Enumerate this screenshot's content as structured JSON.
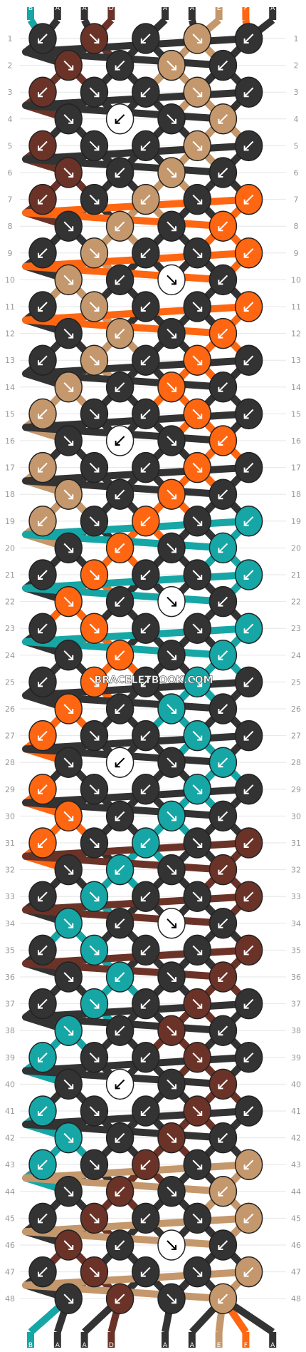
{
  "watermark": "BRACELETBOOK.COM",
  "strings_top": [
    "B",
    "A",
    "A",
    "D",
    "C",
    "A",
    "A",
    "E",
    "F",
    "A"
  ],
  "strings_bottom": [
    "B",
    "A",
    "A",
    "D",
    "C",
    "A",
    "A",
    "E",
    "F",
    "A"
  ],
  "colors": {
    "A": "#333333",
    "B": "#16a6a6",
    "C": "#ffffff",
    "D": "#6b3328",
    "E": "#c4986c",
    "F": "#ff6611"
  },
  "knots": [
    [
      "A",
      "D",
      "A",
      "E",
      "A"
    ],
    [
      "D",
      "A",
      "E",
      "A"
    ],
    [
      "D",
      "A",
      "A",
      "E",
      "A"
    ],
    [
      "A",
      "C",
      "A",
      "E"
    ],
    [
      "D",
      "A",
      "A",
      "E",
      "A"
    ],
    [
      "D",
      "A",
      "E",
      "A"
    ],
    [
      "D",
      "A",
      "E",
      "A",
      "F"
    ],
    [
      "A",
      "E",
      "A",
      "F"
    ],
    [
      "A",
      "E",
      "A",
      "A",
      "F"
    ],
    [
      "E",
      "A",
      "C",
      "A"
    ],
    [
      "A",
      "E",
      "A",
      "A",
      "F"
    ],
    [
      "A",
      "E",
      "A",
      "F"
    ],
    [
      "A",
      "E",
      "A",
      "F",
      "A"
    ],
    [
      "E",
      "A",
      "F",
      "A"
    ],
    [
      "E",
      "A",
      "A",
      "F",
      "A"
    ],
    [
      "A",
      "C",
      "A",
      "F"
    ],
    [
      "E",
      "A",
      "A",
      "F",
      "A"
    ],
    [
      "E",
      "A",
      "F",
      "A"
    ],
    [
      "E",
      "A",
      "F",
      "A",
      "B"
    ],
    [
      "A",
      "F",
      "A",
      "B"
    ],
    [
      "A",
      "F",
      "A",
      "A",
      "B"
    ],
    [
      "F",
      "A",
      "C",
      "A"
    ],
    [
      "A",
      "F",
      "A",
      "A",
      "B"
    ],
    [
      "A",
      "F",
      "A",
      "B"
    ],
    [
      "A",
      "F",
      "A",
      "B",
      "A"
    ],
    [
      "F",
      "A",
      "B",
      "A"
    ],
    [
      "F",
      "A",
      "A",
      "B",
      "A"
    ],
    [
      "A",
      "C",
      "A",
      "B"
    ],
    [
      "F",
      "A",
      "A",
      "B",
      "A"
    ],
    [
      "F",
      "A",
      "B",
      "A"
    ],
    [
      "F",
      "A",
      "B",
      "A",
      "D"
    ],
    [
      "A",
      "B",
      "A",
      "D"
    ],
    [
      "A",
      "B",
      "A",
      "A",
      "D"
    ],
    [
      "B",
      "A",
      "C",
      "A"
    ],
    [
      "A",
      "B",
      "A",
      "A",
      "D"
    ],
    [
      "A",
      "B",
      "A",
      "D"
    ],
    [
      "A",
      "B",
      "A",
      "D",
      "A"
    ],
    [
      "B",
      "A",
      "D",
      "A"
    ],
    [
      "B",
      "A",
      "A",
      "D",
      "A"
    ],
    [
      "A",
      "C",
      "A",
      "D"
    ],
    [
      "B",
      "A",
      "A",
      "D",
      "A"
    ],
    [
      "B",
      "A",
      "D",
      "A"
    ],
    [
      "B",
      "A",
      "D",
      "A",
      "E"
    ],
    [
      "A",
      "D",
      "A",
      "E"
    ],
    [
      "A",
      "D",
      "A",
      "A",
      "E"
    ],
    [
      "D",
      "A",
      "C",
      "A"
    ],
    [
      "A",
      "D",
      "A",
      "A",
      "E"
    ],
    [
      "A",
      "D",
      "A",
      "E"
    ]
  ]
}
